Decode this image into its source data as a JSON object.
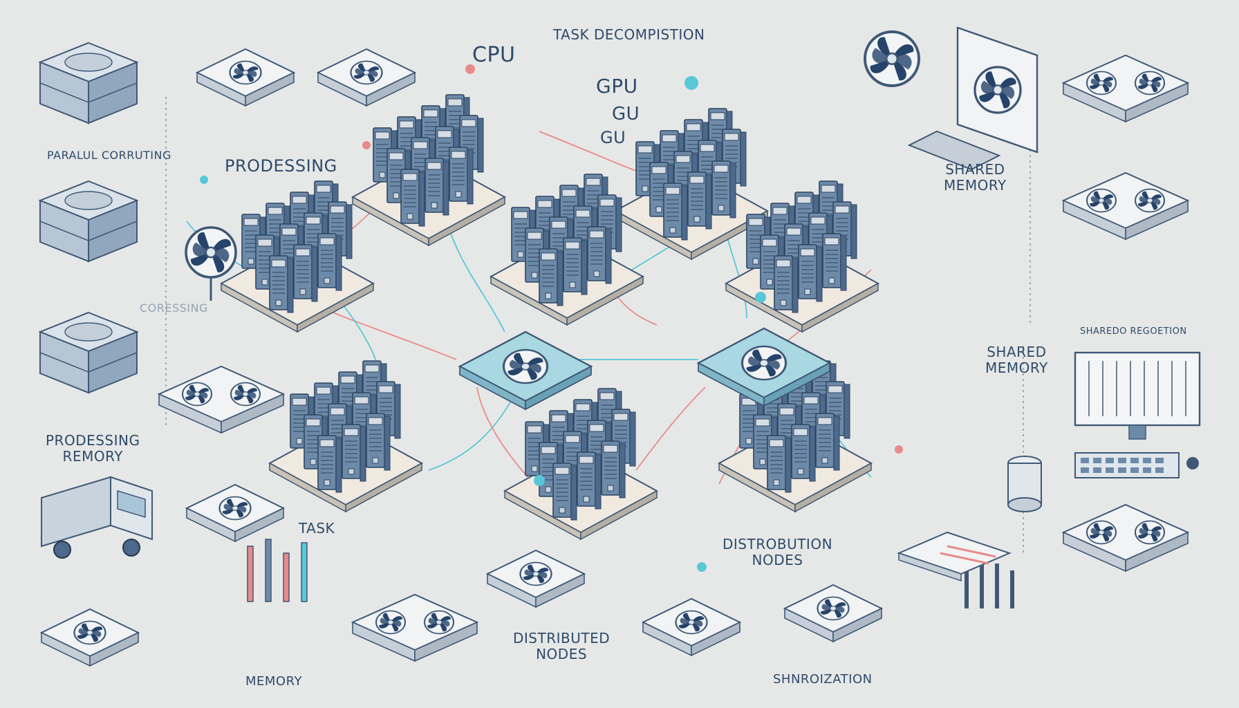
{
  "labels": {
    "task_decomposition": "TASK DECOMPISTION",
    "cpu": "CPU",
    "gpu": "GPU",
    "gu_1": "GU",
    "gu_2": "GU",
    "parallel_computing": "PARALUL CORRUTING",
    "processing": "PRODESSING",
    "compressing_node": "CORESSING",
    "shared_memory_top_1": "SHARED",
    "shared_memory_top_2": "MEMORY",
    "shared_memory_mid_1": "SHARED",
    "shared_memory_mid_2": "MEMORY",
    "shared_registration": "SHAREDO REGOETION",
    "processing_memory_1": "PRODESSING",
    "processing_memory_2": "REMORY",
    "task": "TASK",
    "distribution_nodes_1": "DISTROBUTION",
    "distribution_nodes_2": "NODES",
    "distributed_nodes_1": "DISTRIBUTED",
    "distributed_nodes_2": "NODES",
    "memory": "MEMORY",
    "synchronization": "SHNROIZATION"
  },
  "colors": {
    "background": "#e6e8e7",
    "rack": "#6d8aa8",
    "rack_dark": "#3f5876",
    "chip": "#9fd0dc",
    "line_red": "#e98a8a",
    "line_cyan": "#59c7d6",
    "text": "#2f4a6a"
  },
  "icons": [
    "server-stack-icon",
    "fan-icon",
    "gpu-card-icon",
    "monitor-icon",
    "truck-icon",
    "keyboard-icon",
    "cylinder-storage-icon",
    "tool-icon"
  ]
}
